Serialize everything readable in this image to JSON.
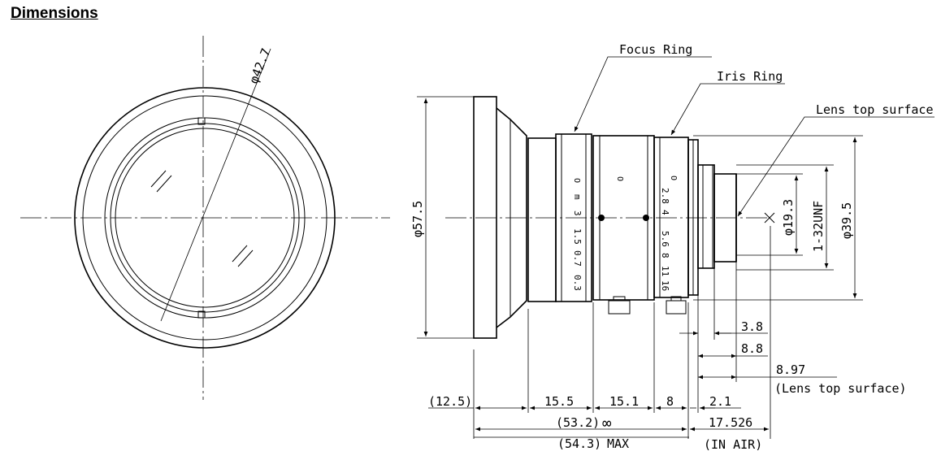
{
  "title": "Dimensions",
  "front_view": {
    "diameter_label": "φ42.7"
  },
  "side_view": {
    "callouts": {
      "focus_ring": "Focus Ring",
      "iris_ring": "Iris Ring",
      "lens_top": "Lens top surface"
    },
    "diameters": {
      "body": "φ57.5",
      "rear": "φ39.5",
      "mount_inner": "φ19.3",
      "thread": "1-32UNF"
    },
    "focus_scale": [
      "∞",
      "m",
      "3",
      "1.5",
      "0.7",
      "0.3"
    ],
    "iris_scale": [
      "C",
      "2.8",
      "4",
      "5.6",
      "8",
      "11",
      "16"
    ],
    "ring_marks": [
      "O"
    ],
    "dims": {
      "d1": "3.8",
      "d2": "8.8",
      "d3": "8.97",
      "d3_note": "(Lens top surface)",
      "s_front": "(12.5)",
      "s_focus": "15.5",
      "s_mid": "15.1",
      "s_iris": "8",
      "s_rear": "2.1",
      "total_inf": "(53.2)",
      "inf_symbol": "∞",
      "total_max": "(54.3)",
      "max_label": "MAX",
      "flange": "17.526",
      "flange_note": "(IN AIR)"
    }
  }
}
